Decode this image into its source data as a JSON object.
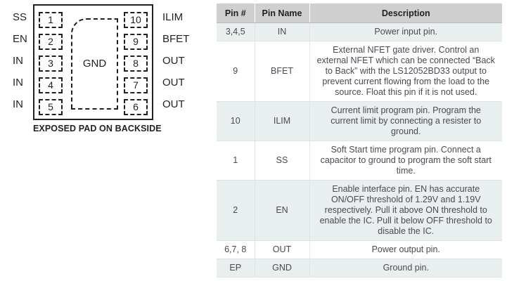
{
  "diagram": {
    "gnd_pad_label": "GND",
    "caption": "EXPOSED PAD ON BACKSIDE",
    "left_pins": [
      {
        "signal": "SS",
        "number": "1"
      },
      {
        "signal": "EN",
        "number": "2"
      },
      {
        "signal": "IN",
        "number": "3"
      },
      {
        "signal": "IN",
        "number": "4"
      },
      {
        "signal": "IN",
        "number": "5"
      }
    ],
    "right_pins": [
      {
        "number": "10",
        "signal": "ILIM"
      },
      {
        "number": "9",
        "signal": "BFET"
      },
      {
        "number": "8",
        "signal": "OUT"
      },
      {
        "number": "7",
        "signal": "OUT"
      },
      {
        "number": "6",
        "signal": "OUT"
      }
    ]
  },
  "table": {
    "headers": [
      "Pin #",
      "Pin Name",
      "Description"
    ],
    "rows": [
      {
        "pin": "3,4,5",
        "name": "IN",
        "description": "Power input pin."
      },
      {
        "pin": "9",
        "name": "BFET",
        "description": "External NFET gate driver. Control an external NFET which can be connected “Back to Back” with the LS12052BD33 output to prevent current flowing from the load to the source. Float this pin if it is not used."
      },
      {
        "pin": "10",
        "name": "ILIM",
        "description": "Current limit program pin. Program the current limit by connecting a resister to ground."
      },
      {
        "pin": "1",
        "name": "SS",
        "description": "Soft Start time program pin. Connect a capacitor to ground to program the soft start time."
      },
      {
        "pin": "2",
        "name": "EN",
        "description": "Enable interface pin. EN has accurate ON/OFF threshold of 1.29V and 1.19V respectively. Pull it above ON threshold to enable the IC. Pull it below OFF threshold to disable the IC."
      },
      {
        "pin": "6,7, 8",
        "name": "OUT",
        "description": "Power output pin."
      },
      {
        "pin": "EP",
        "name": "GND",
        "description": "Ground pin."
      }
    ]
  },
  "colors": {
    "header_bg": "#cfcfcf",
    "shade_row_bg": "#e9eeee",
    "plain_row_bg": "#ffffff",
    "ink": "#231f20",
    "body_text": "#4a4a55"
  }
}
